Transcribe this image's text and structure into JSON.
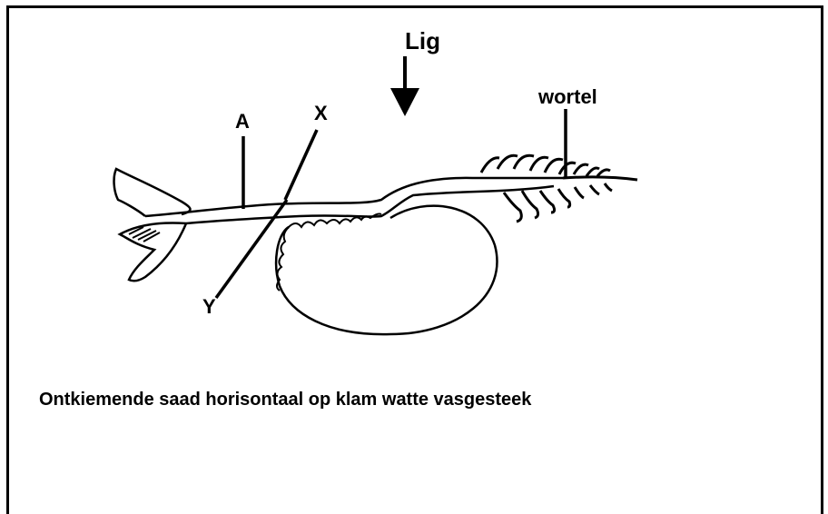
{
  "labels": {
    "light": "Lig",
    "root": "wortel",
    "a": "A",
    "x": "X",
    "y": "Y"
  },
  "caption": "Ontkiemende saad horisontaal op klam watte vasgesteek"
}
